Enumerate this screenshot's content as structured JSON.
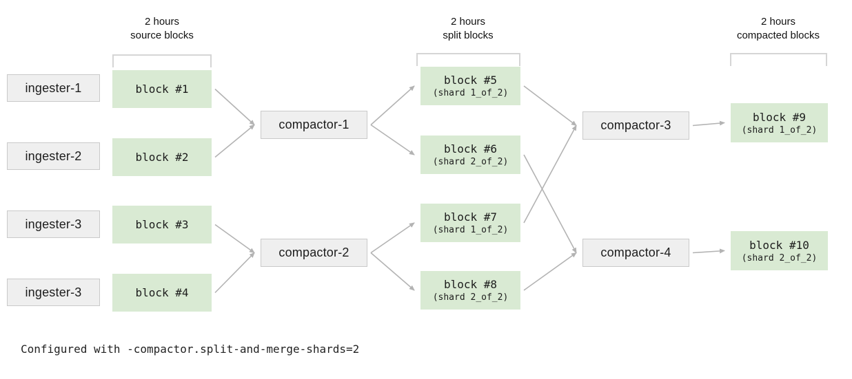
{
  "diagram": {
    "headers": [
      {
        "line1": "2 hours",
        "line2": "source blocks"
      },
      {
        "line1": "2 hours",
        "line2": "split blocks"
      },
      {
        "line1": "2 hours",
        "line2": "compacted blocks"
      }
    ],
    "ingesters": [
      {
        "label": "ingester-1"
      },
      {
        "label": "ingester-2"
      },
      {
        "label": "ingester-3"
      },
      {
        "label": "ingester-3"
      }
    ],
    "source_blocks": [
      {
        "label": "block #1"
      },
      {
        "label": "block #2"
      },
      {
        "label": "block #3"
      },
      {
        "label": "block #4"
      }
    ],
    "stage1_compactors": [
      {
        "label": "compactor-1"
      },
      {
        "label": "compactor-2"
      }
    ],
    "split_blocks": [
      {
        "label": "block #5",
        "shard": "(shard 1_of_2)"
      },
      {
        "label": "block #6",
        "shard": "(shard 2_of_2)"
      },
      {
        "label": "block #7",
        "shard": "(shard 1_of_2)"
      },
      {
        "label": "block #8",
        "shard": "(shard 2_of_2)"
      }
    ],
    "stage2_compactors": [
      {
        "label": "compactor-3"
      },
      {
        "label": "compactor-4"
      }
    ],
    "compacted_blocks": [
      {
        "label": "block #9",
        "shard": "(shard 1_of_2)"
      },
      {
        "label": "block #10",
        "shard": "(shard 2_of_2)"
      }
    ],
    "edges": [
      {
        "from": "b1",
        "to": "c1"
      },
      {
        "from": "b2",
        "to": "c1"
      },
      {
        "from": "b3",
        "to": "c2"
      },
      {
        "from": "b4",
        "to": "c2"
      },
      {
        "from": "c1",
        "to": "b5"
      },
      {
        "from": "c1",
        "to": "b6"
      },
      {
        "from": "c2",
        "to": "b7"
      },
      {
        "from": "c2",
        "to": "b8"
      },
      {
        "from": "b5",
        "to": "c3"
      },
      {
        "from": "b7",
        "to": "c3"
      },
      {
        "from": "b6",
        "to": "c4"
      },
      {
        "from": "b8",
        "to": "c4"
      },
      {
        "from": "c3",
        "to": "b9"
      },
      {
        "from": "c4",
        "to": "b10"
      }
    ],
    "caption": "Configured with -compactor.split-and-merge-shards=2",
    "colors": {
      "block_fill": "#d9ead3",
      "box_fill": "#efefef",
      "box_border": "#c9c9c9",
      "arrow": "#b3b3b3",
      "bracket": "#d5d5d5",
      "text": "#1c1c1c"
    }
  }
}
